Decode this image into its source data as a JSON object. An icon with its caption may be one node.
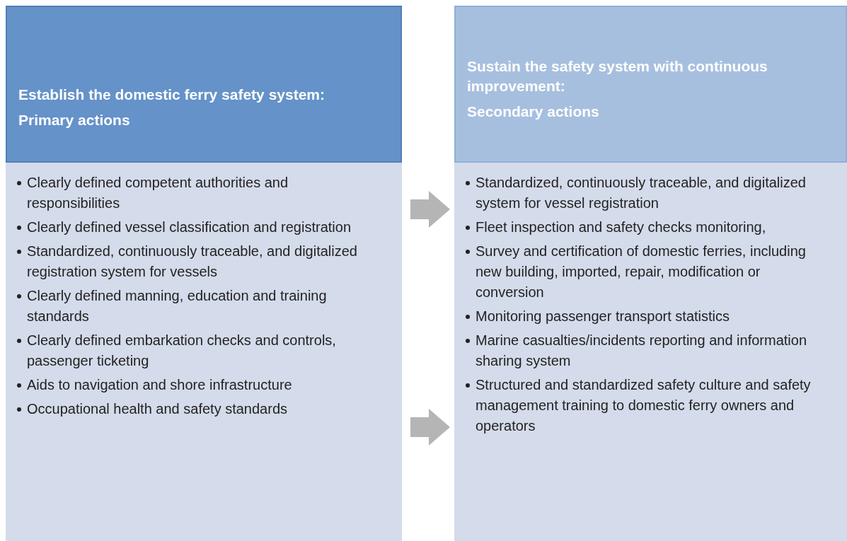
{
  "diagram": {
    "nodes": [
      {
        "text": [
          "Establish the domestic ferry safety system:",
          "Primary actions"
        ]
      },
      {
        "text": [
          "Clearly defined competent authorities and responsibilities",
          "Clearly defined vessel classification and registration",
          "Standardized, continuously traceable, and digitalized registration system for vessels",
          "Clearly defined manning, education and training standards",
          "Clearly defined embarkation checks and controls, passenger ticketing",
          "Aids to navigation and shore infrastructure",
          "Occupational health and safety standards"
        ]
      },
      {
        "text": [
          "Sustain the safety system with continuous improvement:",
          "Secondary actions"
        ]
      },
      {
        "text": [
          "Standardized, continuously traceable, and digitalized system for vessel registration",
          "Fleet inspection and safety checks monitoring,",
          "Survey and certification of domestic ferries, including new building, imported, repair, modification or conversion",
          "Monitoring passenger transport statistics",
          "Marine casualties/incidents reporting and information sharing system",
          "Structured and standardized safety culture and safety management training to domestic ferry owners and operators"
        ]
      }
    ],
    "edges": [
      {
        "from": 1,
        "to": 3,
        "arrow": "to"
      },
      {
        "from": 1,
        "to": 3,
        "arrow": "to"
      }
    ]
  }
}
